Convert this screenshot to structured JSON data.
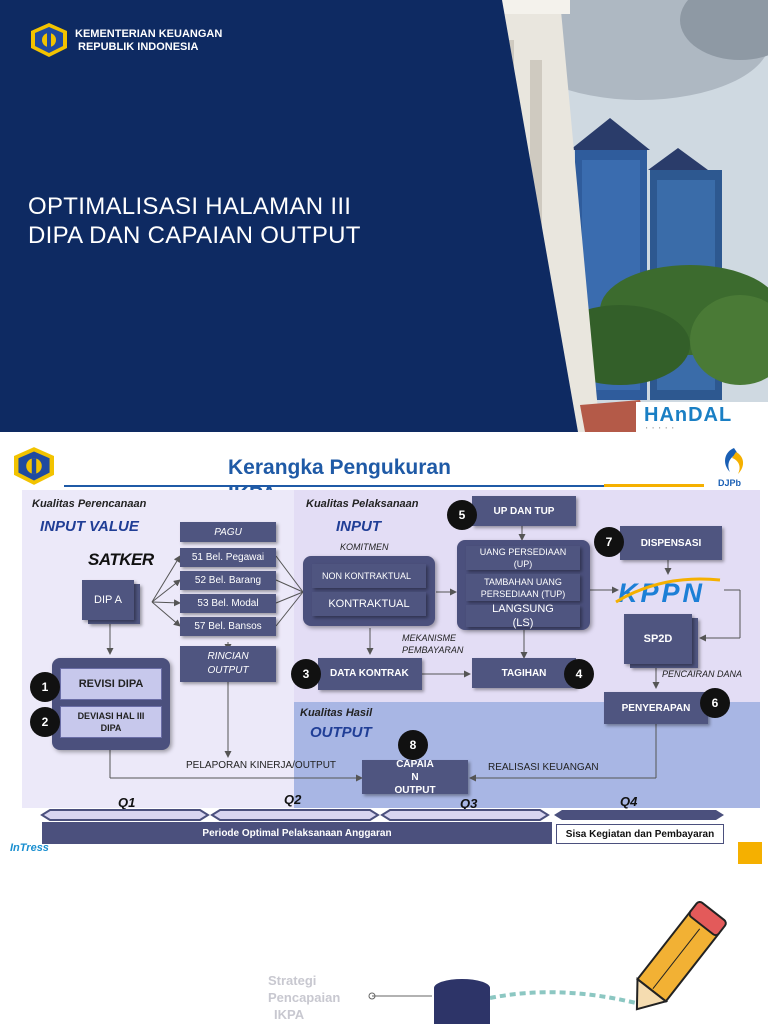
{
  "slide1": {
    "ministry_line1": "KEMENTERIAN KEUANGAN",
    "ministry_line2": "REPUBLIK INDONESIA",
    "title_line1": "OPTIMALISASI HALAMAN III",
    "title_line2": "DIPA DAN CAPAIAN OUTPUT",
    "handal_logo": "HAnDAL",
    "colors": {
      "navy": "#0e2a62",
      "sky": "#c9d6df"
    }
  },
  "slide2": {
    "title_line1": "Kerangka Pengukuran",
    "title_line2": "IKPA",
    "djpb_label": "DJPb",
    "planning_quality": "Kualitas Perencanaan",
    "input_value": "INPUT VALUE",
    "execution_quality": "Kualitas Pelaksanaan",
    "input_label": "INPUT",
    "result_quality": "Kualitas Hasil",
    "output_label": "OUTPUT",
    "satker": "SATKER",
    "dipa": "DIP A",
    "pagu": "PAGU",
    "belanja": [
      "51 Bel. Pegawai",
      "52 Bel. Barang",
      "53 Bel. Modal",
      "57 Bel. Bansos"
    ],
    "rincian_output": "RINCIAN OUTPUT",
    "komitmen": "KOMITMEN",
    "non_kontraktual": "NON KONTRAKTUAL",
    "kontraktual": "KONTRAKTUAL",
    "up_tup": "UP DAN TUP",
    "uang_persediaan": "UANG PERSEDIAAN (UP)",
    "tambahan_uang": "TAMBAHAN UANG PERSEDIAAN (TUP)",
    "langsung": "LANGSUNG (LS)",
    "dispensasi": "DISPENSASI",
    "kppn": "KPPN",
    "sp2d": "SP2D",
    "pencairan_dana": "PENCAIRAN DANA",
    "mekanisme": "MEKANISME PEMBAYARAN",
    "data_kontrak": "DATA KONTRAK",
    "tagihan": "TAGIHAN",
    "penyerapan": "PENYERAPAN",
    "revisi_dipa": "REVISI DIPA",
    "deviasi": "DEVIASI HAL III DIPA",
    "pelaporan": "PELAPORAN KINERJA/OUTPUT",
    "capaian_output": "CAPAIA N OUTPUT",
    "realisasi": "REALISASI KEUANGAN",
    "numbers": [
      "1",
      "2",
      "3",
      "4",
      "5",
      "6",
      "7",
      "8"
    ],
    "quarters": [
      "Q1",
      "Q2",
      "Q3",
      "Q4"
    ],
    "periode_optimal": "Periode Optimal Pelaksanaan Anggaran",
    "sisa_kegiatan": "Sisa Kegiatan dan Pembayaran",
    "intress": "InTress",
    "colors": {
      "node": "#4f5580",
      "title": "#1f5aa6",
      "accent": "#f5b000",
      "kppn": "#1c7fd6"
    }
  },
  "slide3": {
    "strategi_line1": "Strategi",
    "strategi_line2": "Pencapaian",
    "strategi_line3": "IKPA"
  }
}
